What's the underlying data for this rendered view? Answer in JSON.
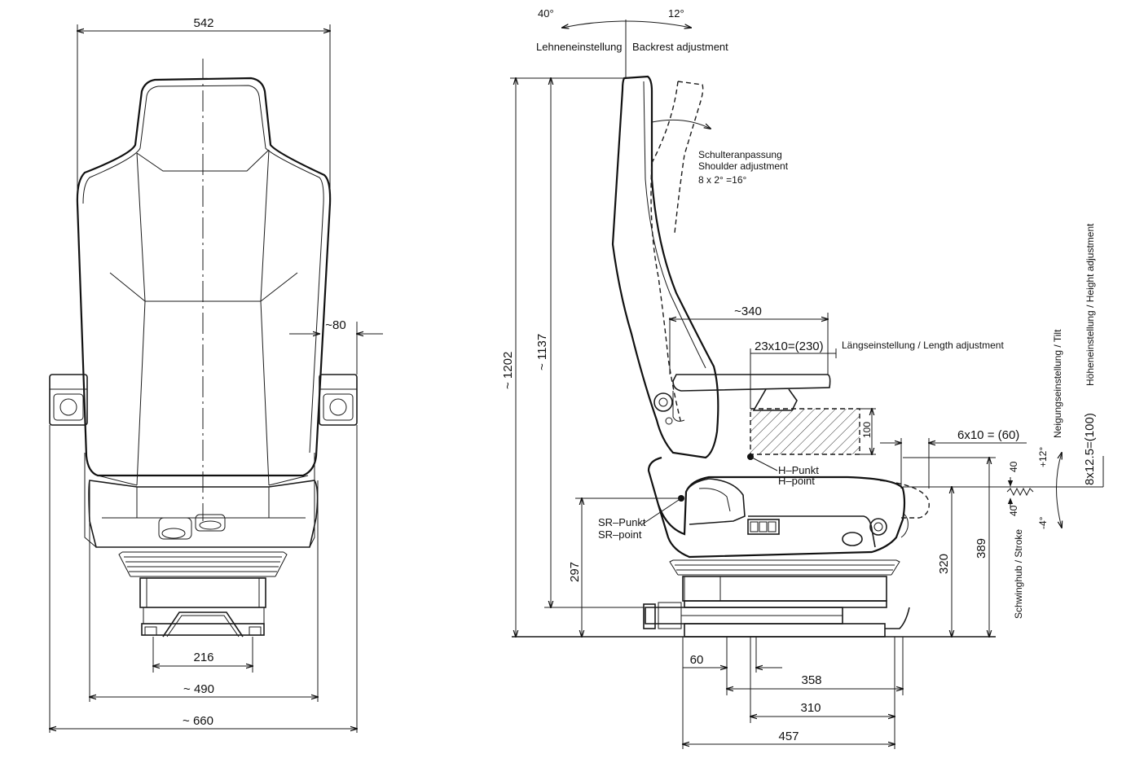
{
  "front_view": {
    "dim_top_width": "542",
    "dim_armrest": "~80",
    "dim_216": "216",
    "dim_490": "~ 490",
    "dim_660": "~ 660"
  },
  "side_view": {
    "backrest_angle_back": "40°",
    "backrest_angle_forward": "12°",
    "backrest_label_de": "Lehneneinstellung",
    "backrest_label_en": "Backrest adjustment",
    "shoulder_de": "Schulteranpassung",
    "shoulder_en": "Shoulder adjustment",
    "shoulder_formula": "8 x 2° =16°",
    "dim_1202": "~ 1202",
    "dim_1137": "~ 1137",
    "dim_340": "~340",
    "length_dim": "23x10=(230)",
    "length_label": "Längseinstellung / Length adjustment",
    "dim_100": "100",
    "dim_6x10": "6x10 = (60)",
    "h_punkt": "H–Punkt",
    "h_point": "H–point",
    "sr_punkt": "SR–Punkt",
    "sr_point": "SR–point",
    "dim_297": "297",
    "dim_320": "320",
    "dim_389": "389",
    "stroke_label": "Schwinghub / Stroke",
    "stroke_40_top": "40",
    "stroke_40_bottom": "40",
    "tilt_plus": "+12°",
    "tilt_minus": "-4°",
    "tilt_label": "Neigungseinstellung / Tilt",
    "height_dim": "8x12.5=(100)",
    "height_label": "Höheneinstellung / Height adjustment",
    "dim_60": "60",
    "dim_358": "358",
    "dim_310": "310",
    "dim_457": "457"
  }
}
